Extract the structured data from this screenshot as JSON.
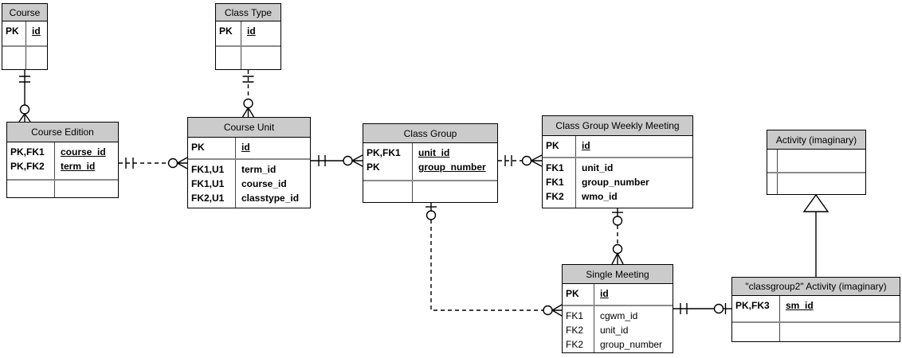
{
  "diagram": {
    "type": "entity-relationship-diagram",
    "notation": "crow-foot",
    "colors": {
      "header_fill": "#cbcbcb",
      "line": "#000000",
      "section_divider": "#8b8b8b",
      "background": "#ffffff"
    }
  },
  "tables": {
    "course": {
      "title": "Course",
      "rows": [
        {
          "key": "PK",
          "name": "id"
        }
      ]
    },
    "class_type": {
      "title": "Class Type",
      "rows": [
        {
          "key": "PK",
          "name": "id"
        }
      ]
    },
    "course_edition": {
      "title": "Course Edition",
      "rows": [
        {
          "key": "PK,FK1",
          "name": "course_id"
        },
        {
          "key": "PK,FK2",
          "name": "term_id"
        }
      ]
    },
    "course_unit": {
      "title": "Course Unit",
      "pk_rows": [
        {
          "key": "PK",
          "name": "id"
        }
      ],
      "attr_rows": [
        {
          "key": "FK1,U1",
          "name": "term_id"
        },
        {
          "key": "FK1,U1",
          "name": "course_id"
        },
        {
          "key": "FK2,U1",
          "name": "classtype_id"
        }
      ]
    },
    "class_group": {
      "title": "Class Group",
      "rows": [
        {
          "key": "PK,FK1",
          "name": "unit_id"
        },
        {
          "key": "PK",
          "name": "group_number"
        }
      ]
    },
    "class_group_weekly_meeting": {
      "title": "Class Group Weekly Meeting",
      "pk_rows": [
        {
          "key": "PK",
          "name": "id"
        }
      ],
      "attr_rows": [
        {
          "key": "FK1",
          "name": "unit_id"
        },
        {
          "key": "FK1",
          "name": "group_number"
        },
        {
          "key": "FK2",
          "name": "wmo_id"
        }
      ]
    },
    "activity": {
      "title": "Activity (imaginary)"
    },
    "single_meeting": {
      "title": "Single Meeting",
      "pk_rows": [
        {
          "key": "PK",
          "name": "id"
        }
      ],
      "attr_rows": [
        {
          "key": "FK1",
          "name": "cgwm_id"
        },
        {
          "key": "FK2",
          "name": "unit_id"
        },
        {
          "key": "FK2",
          "name": "group_number"
        }
      ]
    },
    "classgroup2_activity": {
      "title": "\"classgroup2\" Activity (imaginary)",
      "rows": [
        {
          "key": "PK,FK3",
          "name": "sm_id"
        }
      ]
    }
  },
  "relationships": [
    {
      "from": "course",
      "to": "course_edition",
      "from_card": "one-and-only-one",
      "to_card": "zero-or-many",
      "line": "solid"
    },
    {
      "from": "class_type",
      "to": "course_unit",
      "from_card": "one-and-only-one",
      "to_card": "zero-or-many",
      "line": "dashed"
    },
    {
      "from": "course_edition",
      "to": "course_unit",
      "from_card": "one-and-only-one",
      "to_card": "zero-or-many",
      "line": "dashed"
    },
    {
      "from": "course_unit",
      "to": "class_group",
      "from_card": "one-and-only-one",
      "to_card": "zero-or-many",
      "line": "solid"
    },
    {
      "from": "class_group",
      "to": "class_group_weekly_meeting",
      "from_card": "one-and-only-one",
      "to_card": "zero-or-many",
      "line": "dashed"
    },
    {
      "from": "class_group",
      "to": "single_meeting",
      "from_card": "zero-or-one",
      "to_card": "zero-or-many",
      "line": "dashed"
    },
    {
      "from": "class_group_weekly_meeting",
      "to": "single_meeting",
      "from_card": "zero-or-one",
      "to_card": "zero-or-many",
      "line": "dashed"
    },
    {
      "from": "single_meeting",
      "to": "classgroup2_activity",
      "from_card": "one-and-only-one",
      "to_card": "zero-or-one",
      "line": "solid"
    },
    {
      "from": "classgroup2_activity",
      "to": "activity",
      "type": "generalization-triangle",
      "line": "solid"
    }
  ]
}
